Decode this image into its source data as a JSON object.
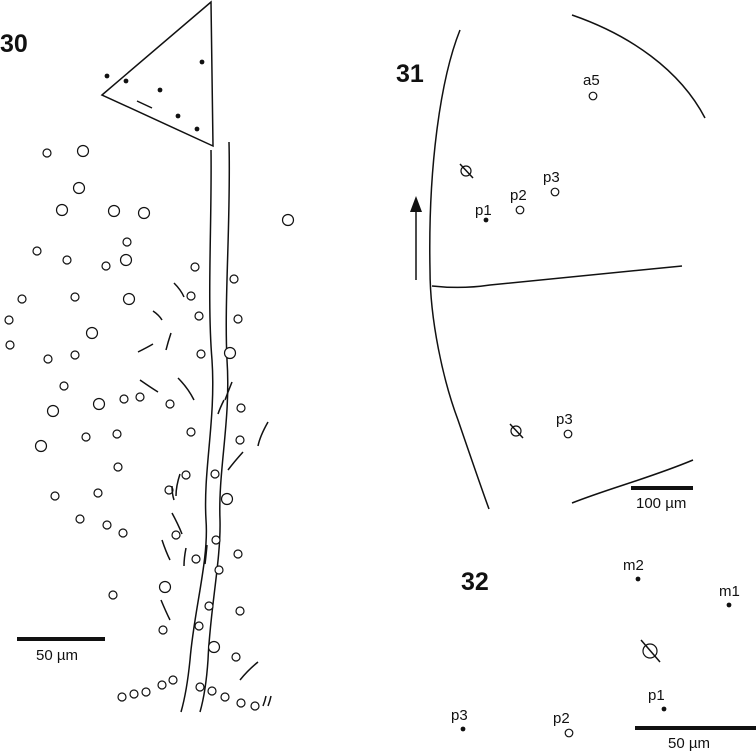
{
  "figures": {
    "fig30": {
      "number": "30",
      "scale_label": "50 µm"
    },
    "fig31": {
      "number": "31",
      "scale_label": "100 µm",
      "setae": [
        "a5",
        "p1",
        "p2",
        "p3",
        "p3"
      ]
    },
    "fig32": {
      "number": "32",
      "scale_label": "50 µm",
      "setae": [
        "m2",
        "m1",
        "p1",
        "p3",
        "p2"
      ]
    }
  },
  "colors": {
    "ink": "#111111",
    "background": "#ffffff"
  }
}
